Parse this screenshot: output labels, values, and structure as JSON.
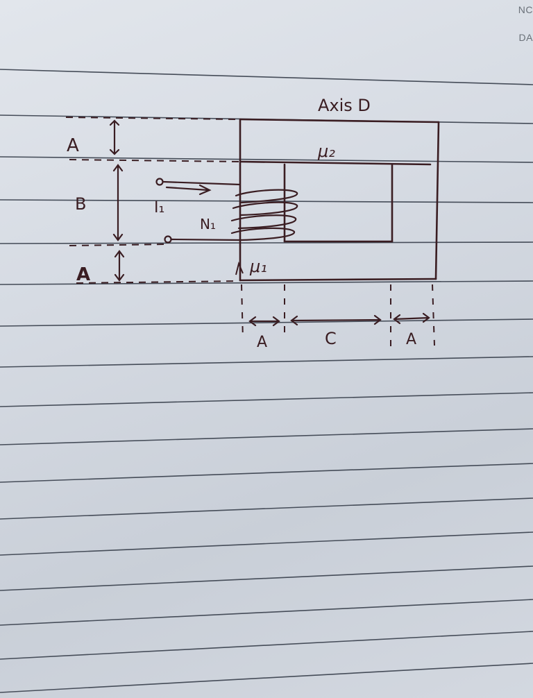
{
  "header": {
    "corner_top": "NC",
    "corner_bottom": "DA"
  },
  "diagram": {
    "title": "Axis D",
    "label_top_thickness": "A",
    "label_window_height": "B",
    "label_bottom_thickness": "A",
    "label_left_thickness": "A",
    "label_window_width": "C",
    "label_right_thickness": "A",
    "permeability_top": "μ₂",
    "permeability_bottom": "μ₁",
    "current": "I₁",
    "turns": "N₁"
  },
  "colors": {
    "ink": "#3a1d22",
    "rule": "#454c58"
  }
}
